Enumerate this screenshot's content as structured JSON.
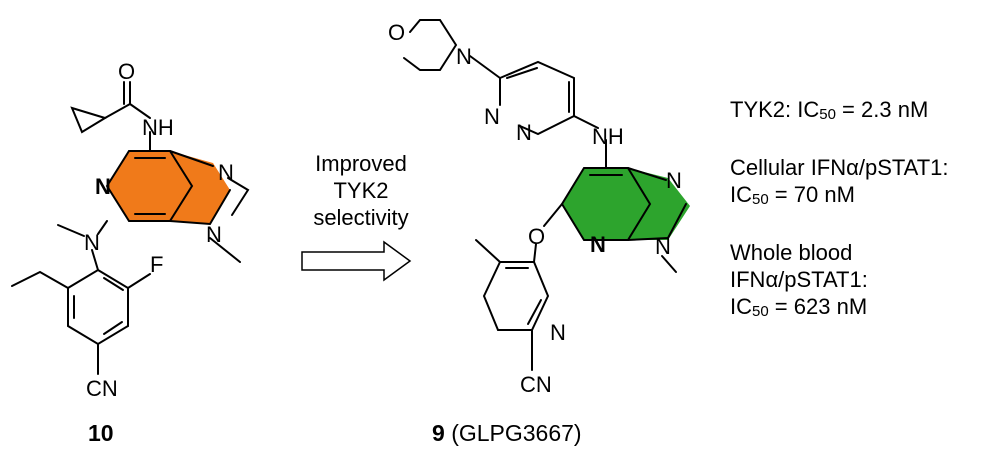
{
  "compound_left": {
    "number": "10",
    "atoms": {
      "O": "O",
      "NH": "NH",
      "N_ring": "N",
      "N_top": "N",
      "N_bottom": "N",
      "N_methyl": "N",
      "F": "F",
      "CN": "CN"
    }
  },
  "arrow": {
    "line1": "Improved",
    "line2": "TYK2",
    "line3": "selectivity"
  },
  "compound_right": {
    "number": "9",
    "name": "(GLPG3667)",
    "atoms": {
      "O_morph": "O",
      "N_morph": "N",
      "N_pyr1": "N",
      "N_pyr2": "N",
      "NH": "NH",
      "N_top": "N",
      "N_ring": "N",
      "N_methyl": "N",
      "O_ether": "O",
      "N_pyridine": "N",
      "CN": "CN"
    }
  },
  "potency": {
    "tyk2_prefix": "TYK2: IC",
    "tyk2_sub": "50",
    "tyk2_value": " = 2.3 nM",
    "cellular_line1": "Cellular IFNα/pSTAT1:",
    "cellular_prefix": "IC",
    "cellular_sub": "50",
    "cellular_value": " = 70 nM",
    "blood_line1": "Whole blood",
    "blood_line2": "IFNα/pSTAT1:",
    "blood_prefix": "IC",
    "blood_sub": "50",
    "blood_value": " = 623 nM"
  },
  "colors": {
    "left_core": "#F07A1A",
    "right_core": "#2DA42D",
    "arrow_fill": "#ffffff"
  }
}
